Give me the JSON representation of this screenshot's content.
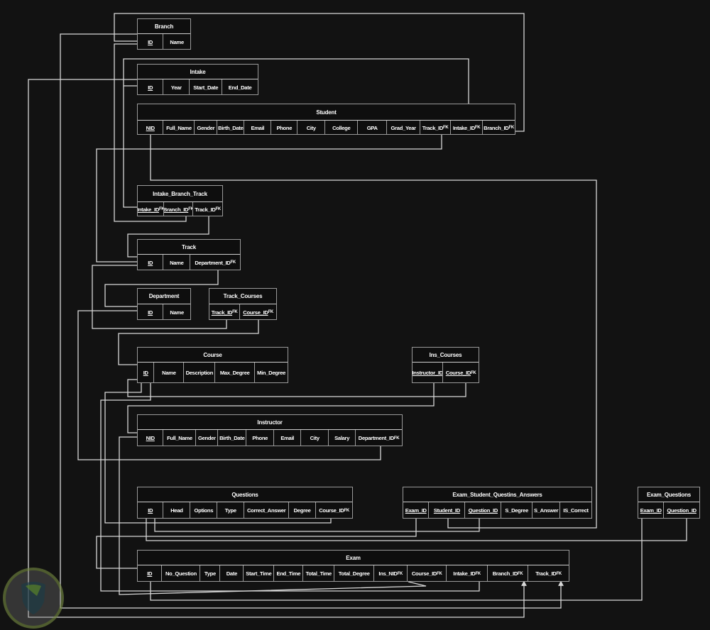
{
  "fk_suffix": "FK",
  "tables": {
    "branch": {
      "title": "Branch",
      "columns": [
        {
          "label": "ID",
          "key": true
        },
        {
          "label": "Name"
        }
      ]
    },
    "intake": {
      "title": "Intake",
      "columns": [
        {
          "label": "ID",
          "key": true
        },
        {
          "label": "Year"
        },
        {
          "label": "Start_Date"
        },
        {
          "label": "End_Date"
        }
      ]
    },
    "student": {
      "title": "Student",
      "columns": [
        {
          "label": "NID",
          "key": true
        },
        {
          "label": "Full_Name"
        },
        {
          "label": "Gender"
        },
        {
          "label": "Birth_Date"
        },
        {
          "label": "Email"
        },
        {
          "label": "Phone"
        },
        {
          "label": "City"
        },
        {
          "label": "College"
        },
        {
          "label": "GPA"
        },
        {
          "label": "Grad_Year"
        },
        {
          "label": "Track_ID",
          "fk": true
        },
        {
          "label": "Intake_ID",
          "fk": true
        },
        {
          "label": "Branch_ID",
          "fk": true
        }
      ]
    },
    "intake_branch_track": {
      "title": "Intake_Branch_Track",
      "columns": [
        {
          "label": "Intake_ID",
          "fk": true,
          "key": true
        },
        {
          "label": "Branch_ID",
          "fk": true,
          "key": true
        },
        {
          "label": "Track_ID",
          "fk": true
        }
      ]
    },
    "track": {
      "title": "Track",
      "columns": [
        {
          "label": "ID",
          "key": true
        },
        {
          "label": "Name"
        },
        {
          "label": "Department_ID",
          "fk": true
        }
      ]
    },
    "department": {
      "title": "Department",
      "columns": [
        {
          "label": "ID",
          "key": true
        },
        {
          "label": "Name"
        }
      ]
    },
    "track_courses": {
      "title": "Track_Courses",
      "columns": [
        {
          "label": "Track_ID",
          "fk": true,
          "key": true
        },
        {
          "label": "Course_ID",
          "fk": true,
          "key": true
        }
      ]
    },
    "course": {
      "title": "Course",
      "columns": [
        {
          "label": "ID",
          "key": true
        },
        {
          "label": "Name"
        },
        {
          "label": "Description"
        },
        {
          "label": "Max_Degree"
        },
        {
          "label": "Min_Degree"
        }
      ]
    },
    "ins_courses": {
      "title": "Ins_Courses",
      "columns": [
        {
          "label": "Instructor_ID",
          "key": true
        },
        {
          "label": "Course_ID",
          "fk": true,
          "key": true
        }
      ]
    },
    "instructor": {
      "title": "Instructor",
      "columns": [
        {
          "label": "NID",
          "key": true
        },
        {
          "label": "Full_Name"
        },
        {
          "label": "Gender"
        },
        {
          "label": "Birth_Date"
        },
        {
          "label": "Phone"
        },
        {
          "label": "Email"
        },
        {
          "label": "City"
        },
        {
          "label": "Salary"
        },
        {
          "label": "Department_ID",
          "fk": true
        }
      ]
    },
    "questions": {
      "title": "Questions",
      "columns": [
        {
          "label": "ID",
          "key": true
        },
        {
          "label": "Head"
        },
        {
          "label": "Options"
        },
        {
          "label": "Type"
        },
        {
          "label": "Correct_Answer"
        },
        {
          "label": "Degree"
        },
        {
          "label": "Course_ID",
          "fk": true
        }
      ]
    },
    "exam_student_questins_answers": {
      "title": "Exam_Student_Questins_Answers",
      "columns": [
        {
          "label": "Exam_ID",
          "key": true
        },
        {
          "label": "Student_ID",
          "key": true
        },
        {
          "label": "Question_ID",
          "key": true
        },
        {
          "label": "S_Degree"
        },
        {
          "label": "S_Answer"
        },
        {
          "label": "IS_Correct"
        }
      ]
    },
    "exam_questions": {
      "title": "Exam_Questions",
      "columns": [
        {
          "label": "Exam_ID",
          "key": true
        },
        {
          "label": "Question_ID",
          "key": true
        }
      ]
    },
    "exam": {
      "title": "Exam",
      "columns": [
        {
          "label": "ID",
          "key": true
        },
        {
          "label": "No_Question"
        },
        {
          "label": "Type"
        },
        {
          "label": "Date"
        },
        {
          "label": "Start_Time"
        },
        {
          "label": "End_Time"
        },
        {
          "label": "Total_Time"
        },
        {
          "label": "Total_Degree"
        },
        {
          "label": "Ins_NID",
          "fk": true
        },
        {
          "label": "Course_ID",
          "fk": true
        },
        {
          "label": "Intake_ID",
          "fk": true
        },
        {
          "label": "Branch_ID",
          "fk": true
        },
        {
          "label": "Track_ID",
          "fk": true
        }
      ]
    }
  }
}
